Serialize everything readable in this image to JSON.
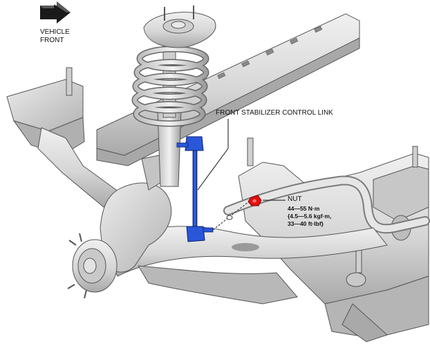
{
  "orientation": {
    "line1": "VEHICLE",
    "line2": "FRONT"
  },
  "callouts": {
    "control_link": "FRONT STABILIZER CONTROL LINK",
    "nut": {
      "title": "NUT",
      "torque_line1": "44—55 N·m",
      "torque_line2": "{4.5—5.6 kgf·m,",
      "torque_line3": "33—40 ft·lbf}"
    }
  },
  "colors": {
    "part_metal": "#d9d9d9",
    "part_shadow": "#a8a8a8",
    "outline": "#4a4a4a",
    "link_highlight": "#1f4fd6",
    "nut_highlight": "#e01010",
    "arrow": "#111111"
  },
  "icons": {
    "front_arrow": "vehicle-front-arrow-icon"
  }
}
